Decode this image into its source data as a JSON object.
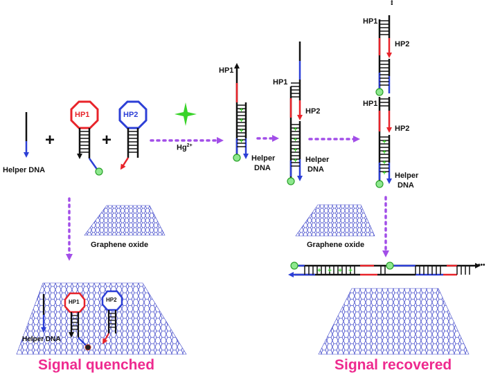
{
  "labels": {
    "helper_dna": "Helper DNA",
    "hp1": "HP1",
    "hp2": "HP2",
    "hg": "Hg",
    "hg_charge": "2+",
    "helper": "Helper",
    "dna": "DNA",
    "graphene_oxide": "Graphene oxide",
    "plus": "+",
    "ellipsis": "•••"
  },
  "results": {
    "quenched": "Signal quenched",
    "recovered": "Signal recovered"
  },
  "colors": {
    "black_strand": "#111111",
    "blue_strand": "#2c3fd6",
    "red_strand": "#e8232a",
    "hg_star": "#39d32a",
    "fluorophore": "#8ee88e",
    "arrow_dotted": "#a24ee8",
    "graphene": "#3c44c9",
    "signal_text": "#ee2a8f"
  }
}
